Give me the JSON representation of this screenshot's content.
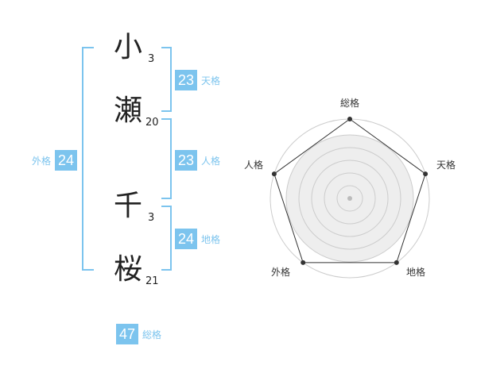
{
  "name_chars": [
    {
      "char": "小",
      "strokes": "3"
    },
    {
      "char": "瀬",
      "strokes": "20"
    },
    {
      "char": "千",
      "strokes": "3"
    },
    {
      "char": "桜",
      "strokes": "21"
    }
  ],
  "fortunes": {
    "tenkaku": {
      "value": "23",
      "label": "天格"
    },
    "jinkaku": {
      "value": "23",
      "label": "人格"
    },
    "chikaku": {
      "value": "24",
      "label": "地格"
    },
    "gaikaku": {
      "value": "24",
      "label": "外格"
    },
    "soukaku": {
      "value": "47",
      "label": "総格"
    }
  },
  "chart_data": {
    "type": "radar",
    "axes": [
      "総格",
      "天格",
      "地格",
      "外格",
      "人格"
    ],
    "values": [
      5,
      5,
      5,
      5,
      5
    ],
    "max": 5,
    "rings": 5,
    "colors": {
      "fill": "#eeeeee",
      "ring": "#cccccc",
      "line": "#333333",
      "point": "#333333",
      "accent": "#7cc4ee"
    }
  }
}
